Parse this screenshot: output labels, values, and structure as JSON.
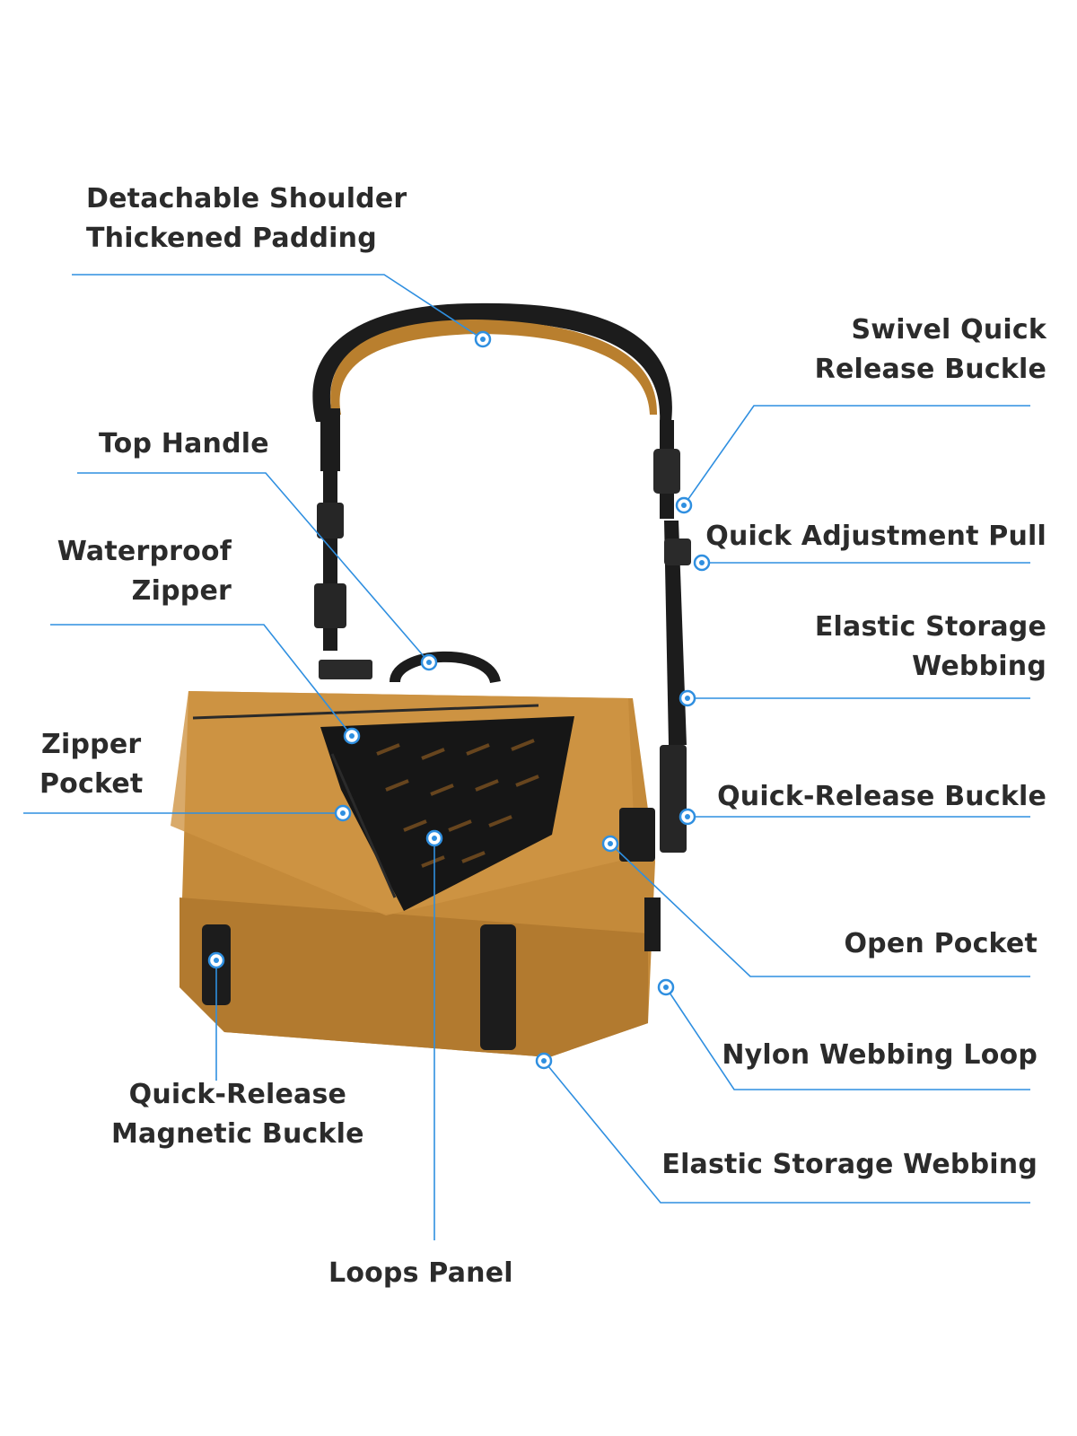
{
  "diagram": {
    "callout_color": "#2f8fe0",
    "label_color": "#2b2b2b",
    "bag_color": "#c48a3a",
    "strap_color": "#1c1c1c",
    "labels": {
      "shoulder": [
        "Detachable Shoulder",
        "Thickened Padding"
      ],
      "swivel": [
        "Swivel Quick",
        "Release Buckle"
      ],
      "top_handle": [
        "Top Handle"
      ],
      "adjust_pull": [
        "Quick Adjustment Pull"
      ],
      "zipper": [
        "Waterproof",
        "Zipper"
      ],
      "elastic_top": [
        "Elastic Storage",
        "Webbing"
      ],
      "zipper_pocket": [
        "Zipper",
        "Pocket"
      ],
      "quick_release": [
        "Quick-Release Buckle"
      ],
      "open_pocket": [
        "Open Pocket"
      ],
      "nylon_loop": [
        "Nylon Webbing Loop"
      ],
      "magnetic": [
        "Quick-Release",
        "Magnetic Buckle"
      ],
      "elastic_bottom": [
        "Elastic Storage Webbing"
      ],
      "loops_panel": [
        "Loops Panel"
      ]
    }
  }
}
